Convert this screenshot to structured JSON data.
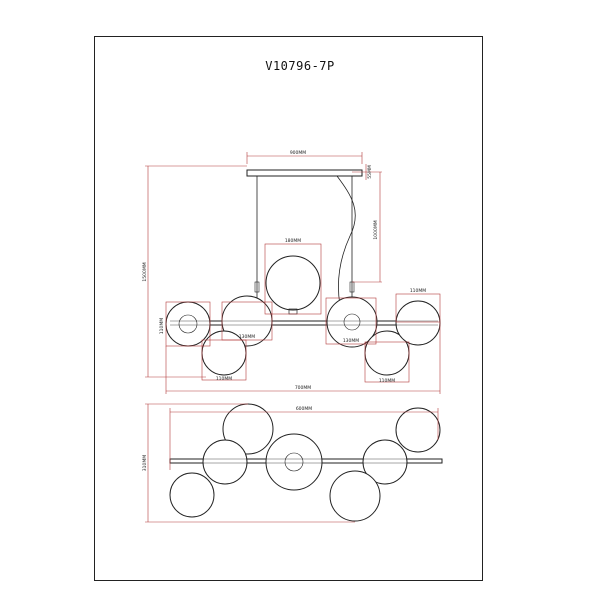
{
  "title": "V10796-7P",
  "dims": {
    "canopy_width": "900MM",
    "canopy_height": "55MM",
    "drop": "1000MM",
    "total_height": "1500MM",
    "globe_top": "180MM",
    "globe_left_height": "110MM",
    "globe_left_mid": "130MM",
    "globe_right_mid": "130MM",
    "globe_right_top": "110MM",
    "globe_bottom_left": "110MM",
    "globe_bottom_right": "110MM",
    "total_length": "700MM",
    "plan_width": "600MM",
    "plan_depth": "310MM"
  },
  "colors": {
    "dimension": "#b23a3a",
    "outline": "#222222"
  }
}
